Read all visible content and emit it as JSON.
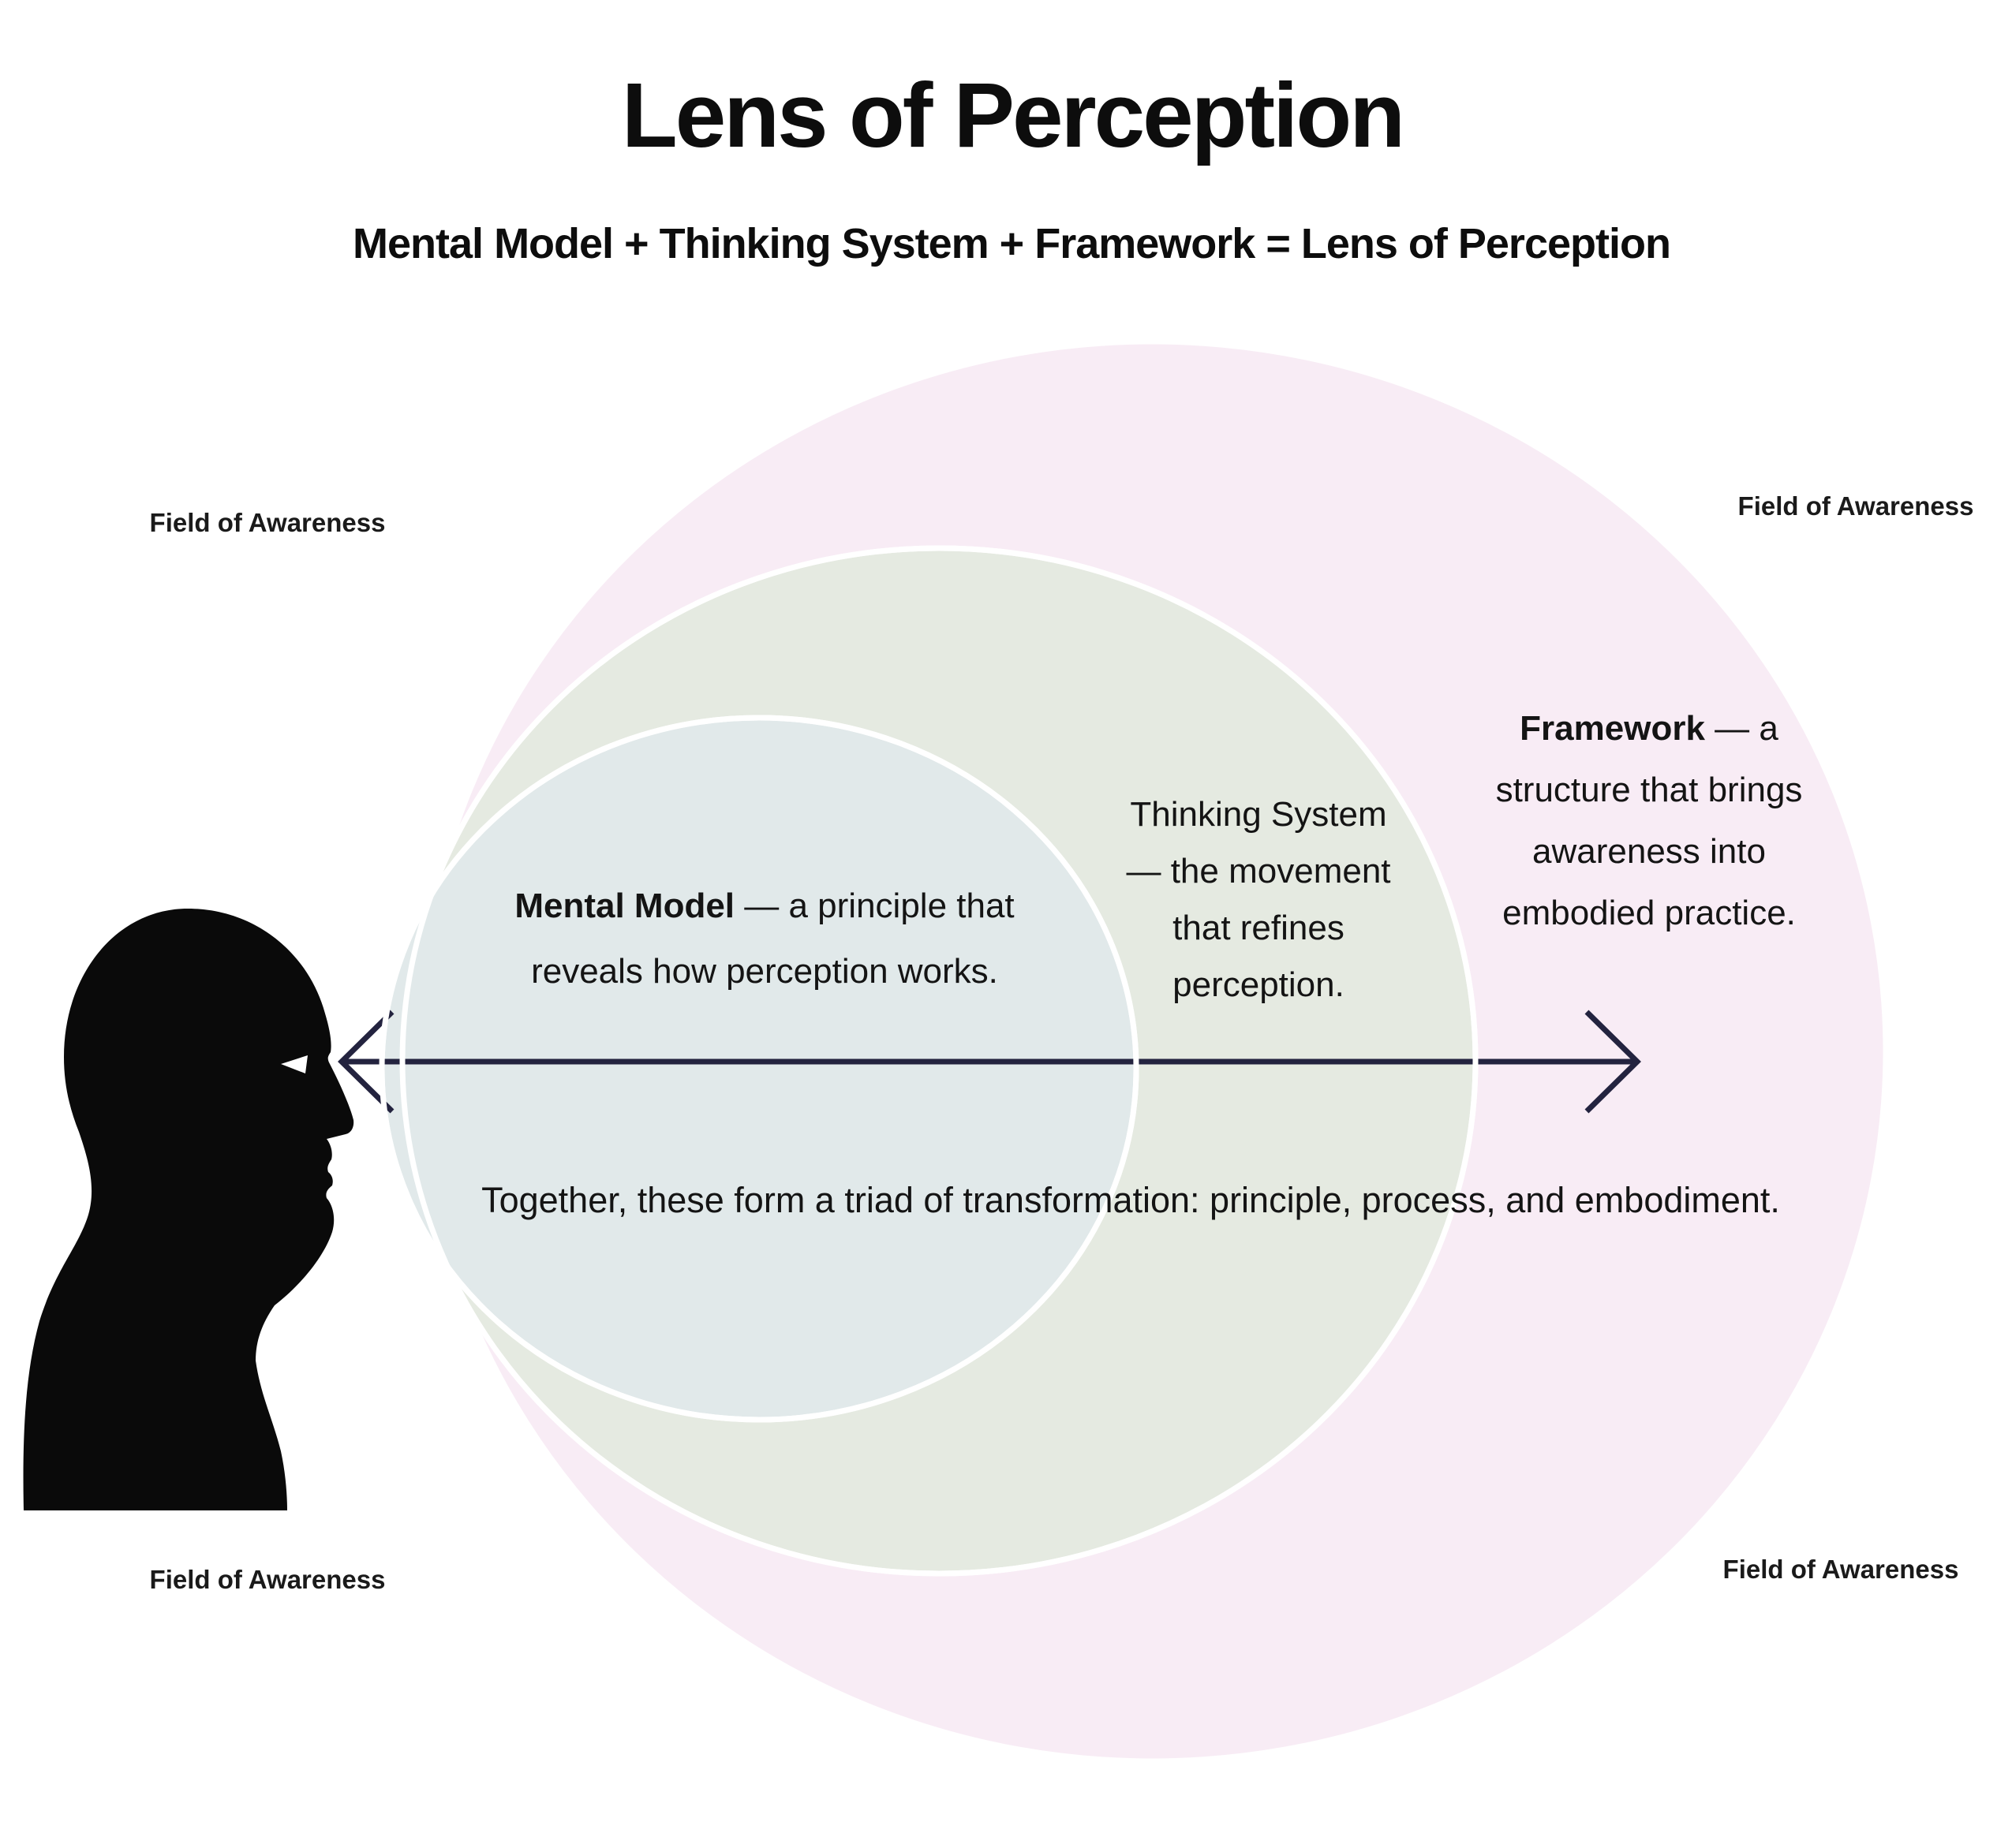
{
  "title": "Lens of Perception",
  "subtitle": "Mental Model + Thinking System + Framework = Lens of Perception",
  "field_of_awareness_labels": {
    "top_left": "Field of Awareness",
    "top_right": "Field of Awareness",
    "bottom_left": "Field of Awareness",
    "bottom_right": "Field of Awareness"
  },
  "rings": {
    "mental_model": {
      "term": "Mental Model",
      "after_term": " — a principle that",
      "line2": "reveals how perception works.",
      "fill": "#e1e9ea"
    },
    "thinking_system": {
      "term": "Thinking System",
      "line2": "— the movement",
      "line3": "that refines",
      "line4": "perception.",
      "fill": "#e5eae1"
    },
    "framework": {
      "term": "Framework",
      "after_term": " — a",
      "line2": "structure that brings",
      "line3": "awareness into",
      "line4": "embodied practice.",
      "fill": "#f8ecf5"
    }
  },
  "caption": "Together, these form a triad of transformation: principle, process, and embodiment.",
  "figure": {
    "head_icon": "human-head-profile-silhouette",
    "arrow_icon": "double-headed-gaze-arrow"
  },
  "colors": {
    "arrow": "#23233f",
    "silhouette": "#0a0a0a",
    "eye": "#ffffff",
    "ring_gap": "#ffffff"
  }
}
